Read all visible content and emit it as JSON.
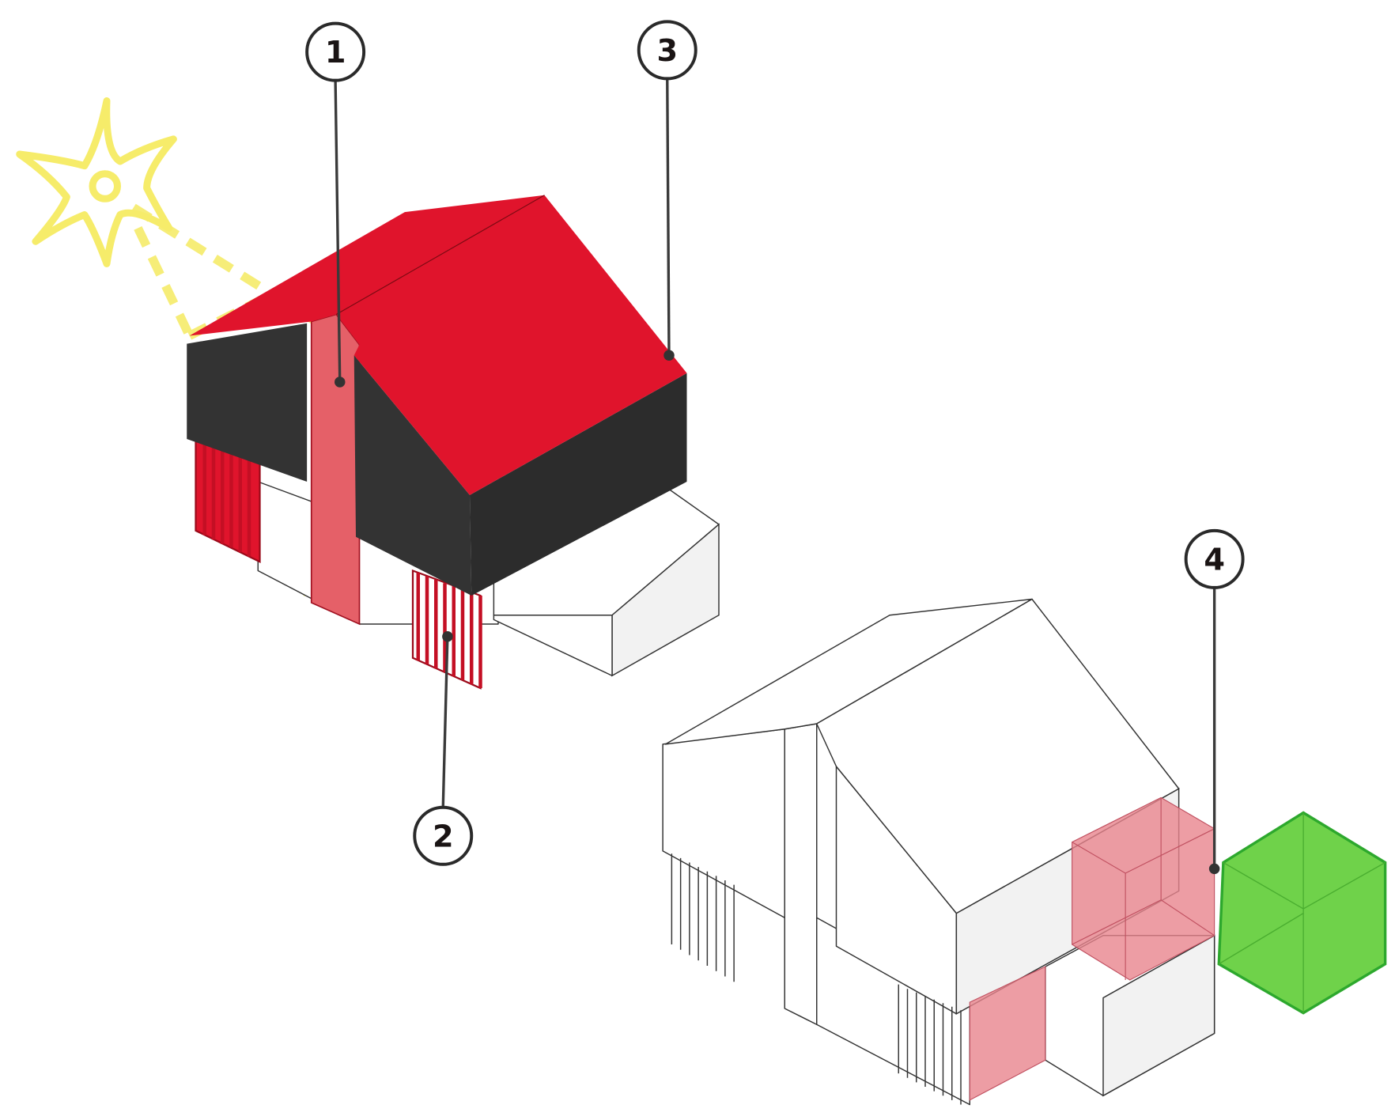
{
  "callouts": [
    {
      "label": "1"
    },
    {
      "label": "2"
    },
    {
      "label": "3"
    },
    {
      "label": "4"
    }
  ],
  "colors": {
    "roof_red": "#e0142c",
    "wall_dark": "#333333",
    "sun_yellow": "#f6ec6a",
    "highlight_pink": "#e9858d",
    "green_cube": "#6fd24a"
  }
}
